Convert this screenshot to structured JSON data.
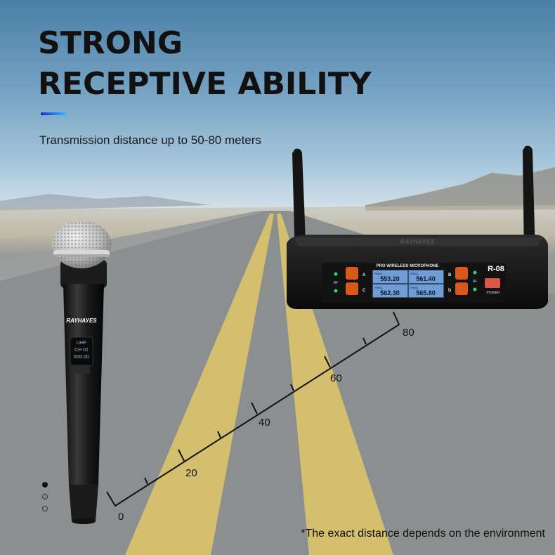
{
  "headline": {
    "line1": "STRONG",
    "line2": "RECEPTIVE ABILITY"
  },
  "subline": "Transmission distance up to 50-80 meters",
  "footnote": "*The exact distance depends on the environment",
  "colors": {
    "accent_start": "#1a2fd0",
    "accent_end": "#36b6ff",
    "lcd_blue": "#6f9dd6",
    "button_orange": "#d9581c"
  },
  "microphone": {
    "brand": "RAYHAYES",
    "display_lines": [
      "UHF",
      "CH 01",
      "600.00"
    ]
  },
  "receiver": {
    "brand": "RAYHAYES",
    "title": "PRO WIRELESS MICROPHONE",
    "model": "R-08",
    "power_label": "POWER",
    "rf_label": "RF",
    "freq_label": "FREQ",
    "channels": [
      {
        "id": "A",
        "freq": "553.20"
      },
      {
        "id": "B",
        "freq": "561.40"
      },
      {
        "id": "C",
        "freq": "562.30"
      },
      {
        "id": "D",
        "freq": "565.80"
      }
    ]
  },
  "distance_scale": {
    "unit": "meters",
    "labels": [
      "0",
      "20",
      "40",
      "60",
      "80"
    ]
  },
  "pagination": {
    "count": 3,
    "active": 1
  }
}
